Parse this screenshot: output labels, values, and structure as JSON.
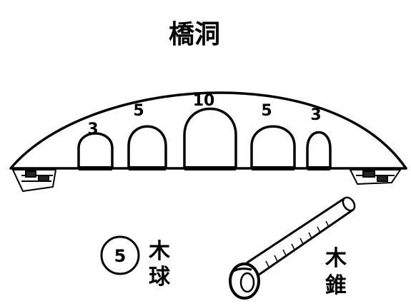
{
  "title": "橋洞",
  "bridge": {
    "holes": [
      {
        "score": "3"
      },
      {
        "score": "5"
      },
      {
        "score": "10"
      },
      {
        "score": "5"
      },
      {
        "score": "3"
      }
    ]
  },
  "ball": {
    "number": "5",
    "label_line1": "木",
    "label_line2": "球"
  },
  "mallet": {
    "label_line1": "木",
    "label_line2": "錐"
  }
}
